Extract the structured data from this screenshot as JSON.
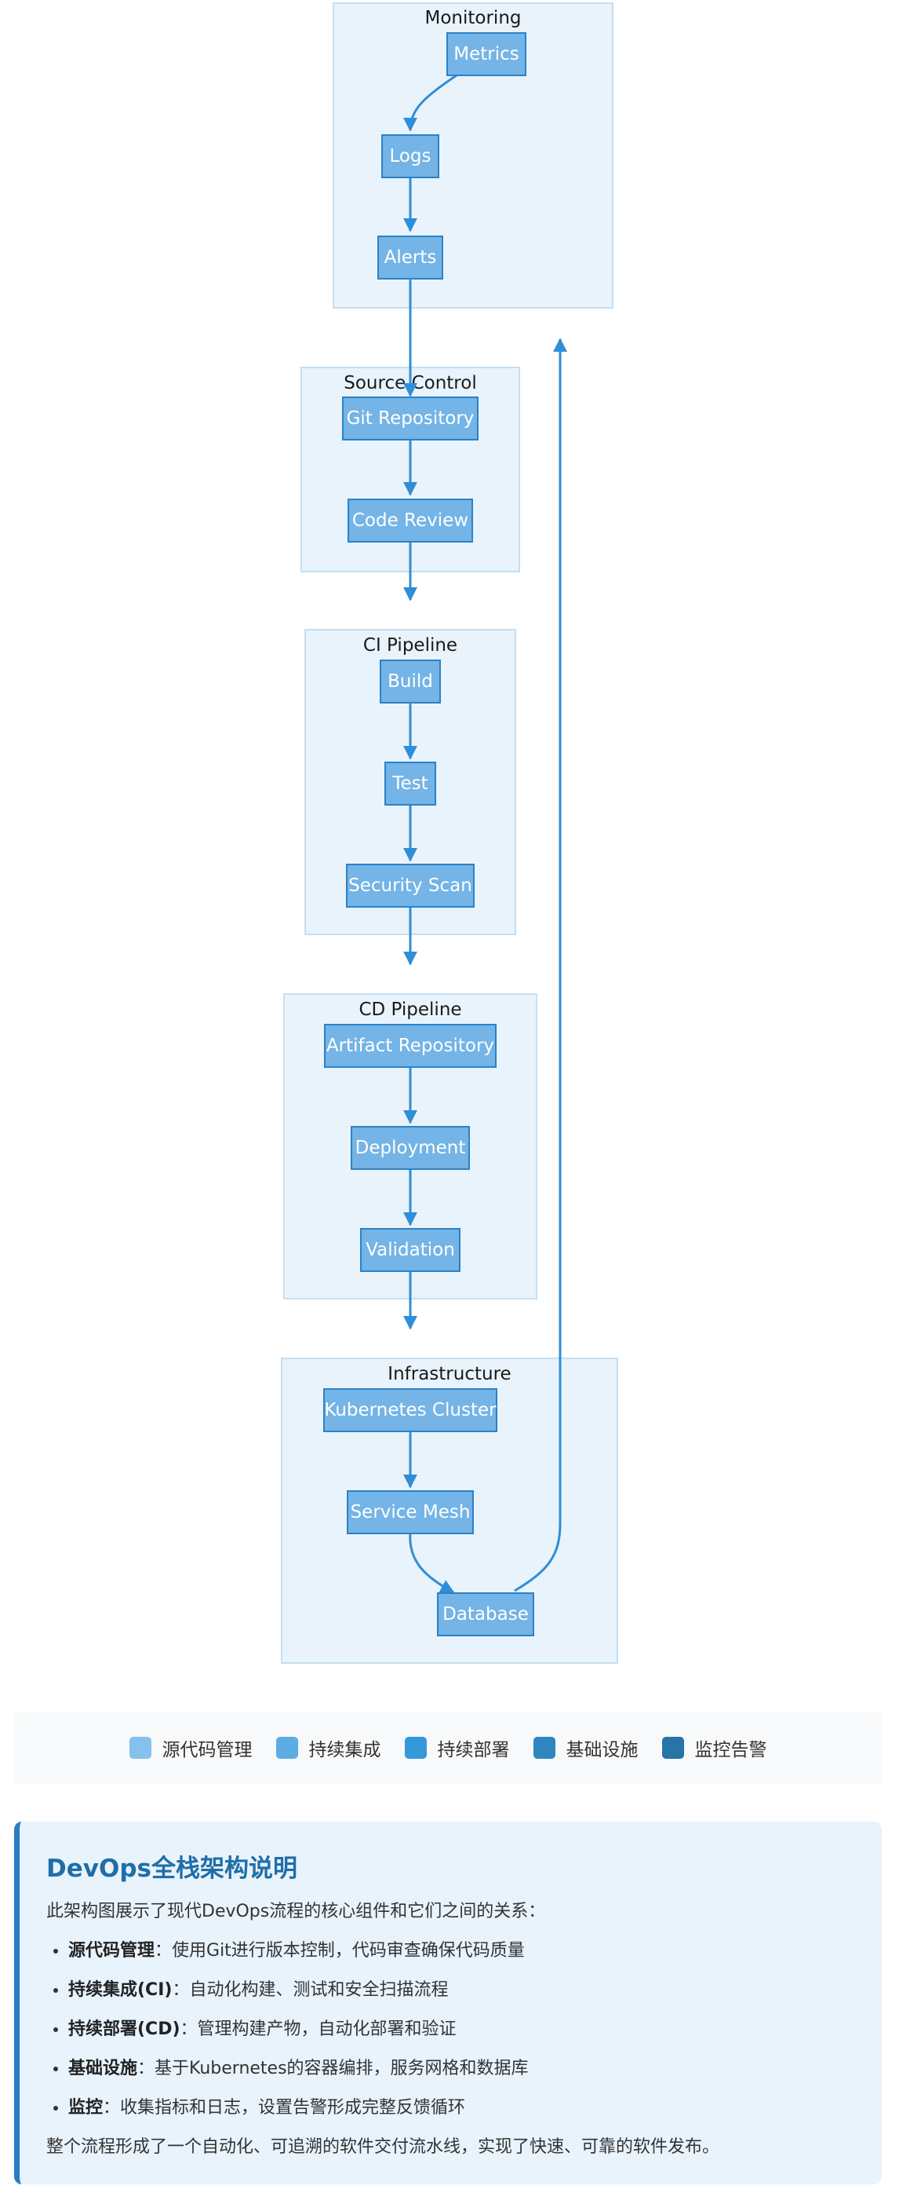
{
  "diagram": {
    "clusters": {
      "monitoring": "Monitoring",
      "source_control": "Source Control",
      "ci": "CI Pipeline",
      "cd": "CD Pipeline",
      "infra": "Infrastructure"
    },
    "nodes": {
      "metrics": "Metrics",
      "logs": "Logs",
      "alerts": "Alerts",
      "git": "Git Repository",
      "review": "Code Review",
      "build": "Build",
      "test": "Test",
      "scan": "Security Scan",
      "artifact": "Artifact Repository",
      "deploy": "Deployment",
      "validation": "Validation",
      "k8s": "Kubernetes Cluster",
      "mesh": "Service Mesh",
      "db": "Database"
    }
  },
  "legend": [
    {
      "label": "源代码管理",
      "color": "#85c1ec"
    },
    {
      "label": "持续集成",
      "color": "#5dade2"
    },
    {
      "label": "持续部署",
      "color": "#3498db"
    },
    {
      "label": "基础设施",
      "color": "#2e86c1"
    },
    {
      "label": "监控告警",
      "color": "#2874a6"
    }
  ],
  "explain": {
    "title": "DevOps全栈架构说明",
    "intro": "此架构图展示了现代DevOps流程的核心组件和它们之间的关系：",
    "items": [
      {
        "term": "源代码管理",
        "desc": "：使用Git进行版本控制，代码审查确保代码质量"
      },
      {
        "term": "持续集成(CI)",
        "desc": "：自动化构建、测试和安全扫描流程"
      },
      {
        "term": "持续部署(CD)",
        "desc": "：管理构建产物，自动化部署和验证"
      },
      {
        "term": "基础设施",
        "desc": "：基于Kubernetes的容器编排，服务网格和数据库"
      },
      {
        "term": "监控",
        "desc": "：收集指标和日志，设置告警形成完整反馈循环"
      }
    ],
    "outro": "整个流程形成了一个自动化、可追溯的软件交付流水线，实现了快速、可靠的软件发布。"
  }
}
